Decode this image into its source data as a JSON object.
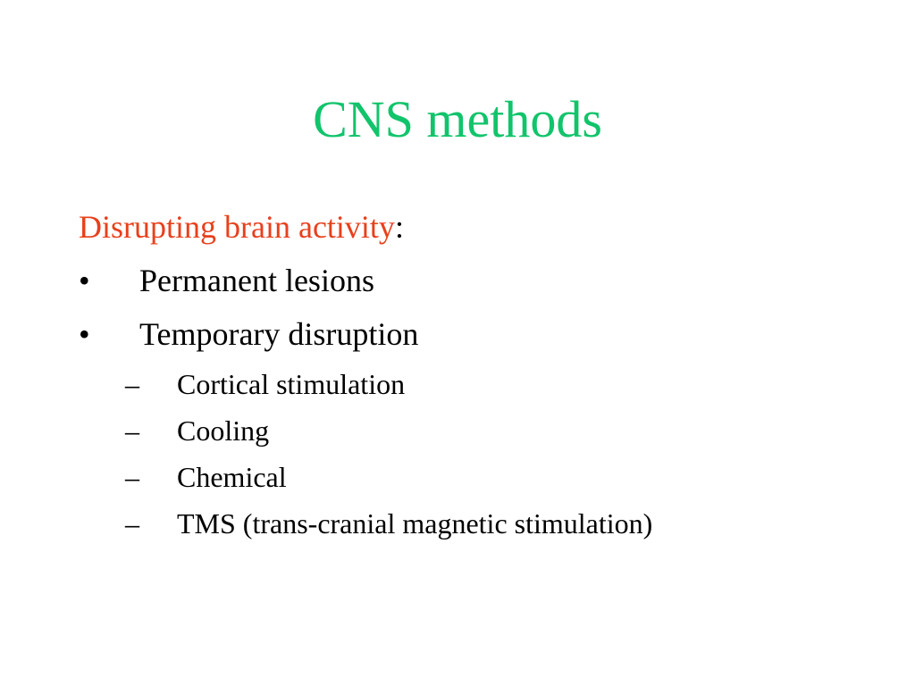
{
  "slide": {
    "title": "CNS methods",
    "heading": {
      "text": "Disrupting brain activity",
      "suffix": ":"
    },
    "bullets": [
      {
        "marker": "•",
        "text": "Permanent lesions"
      },
      {
        "marker": "•",
        "text": "Temporary disruption"
      }
    ],
    "sub_bullets": [
      {
        "marker": "–",
        "text": "Cortical stimulation"
      },
      {
        "marker": "–",
        "text": "Cooling"
      },
      {
        "marker": "–",
        "text": "Chemical"
      },
      {
        "marker": "–",
        "text": "TMS (trans-cranial magnetic stimulation)"
      }
    ]
  },
  "colors": {
    "title": "#11c46b",
    "heading": "#e8401c",
    "body": "#000000",
    "background": "#ffffff"
  }
}
